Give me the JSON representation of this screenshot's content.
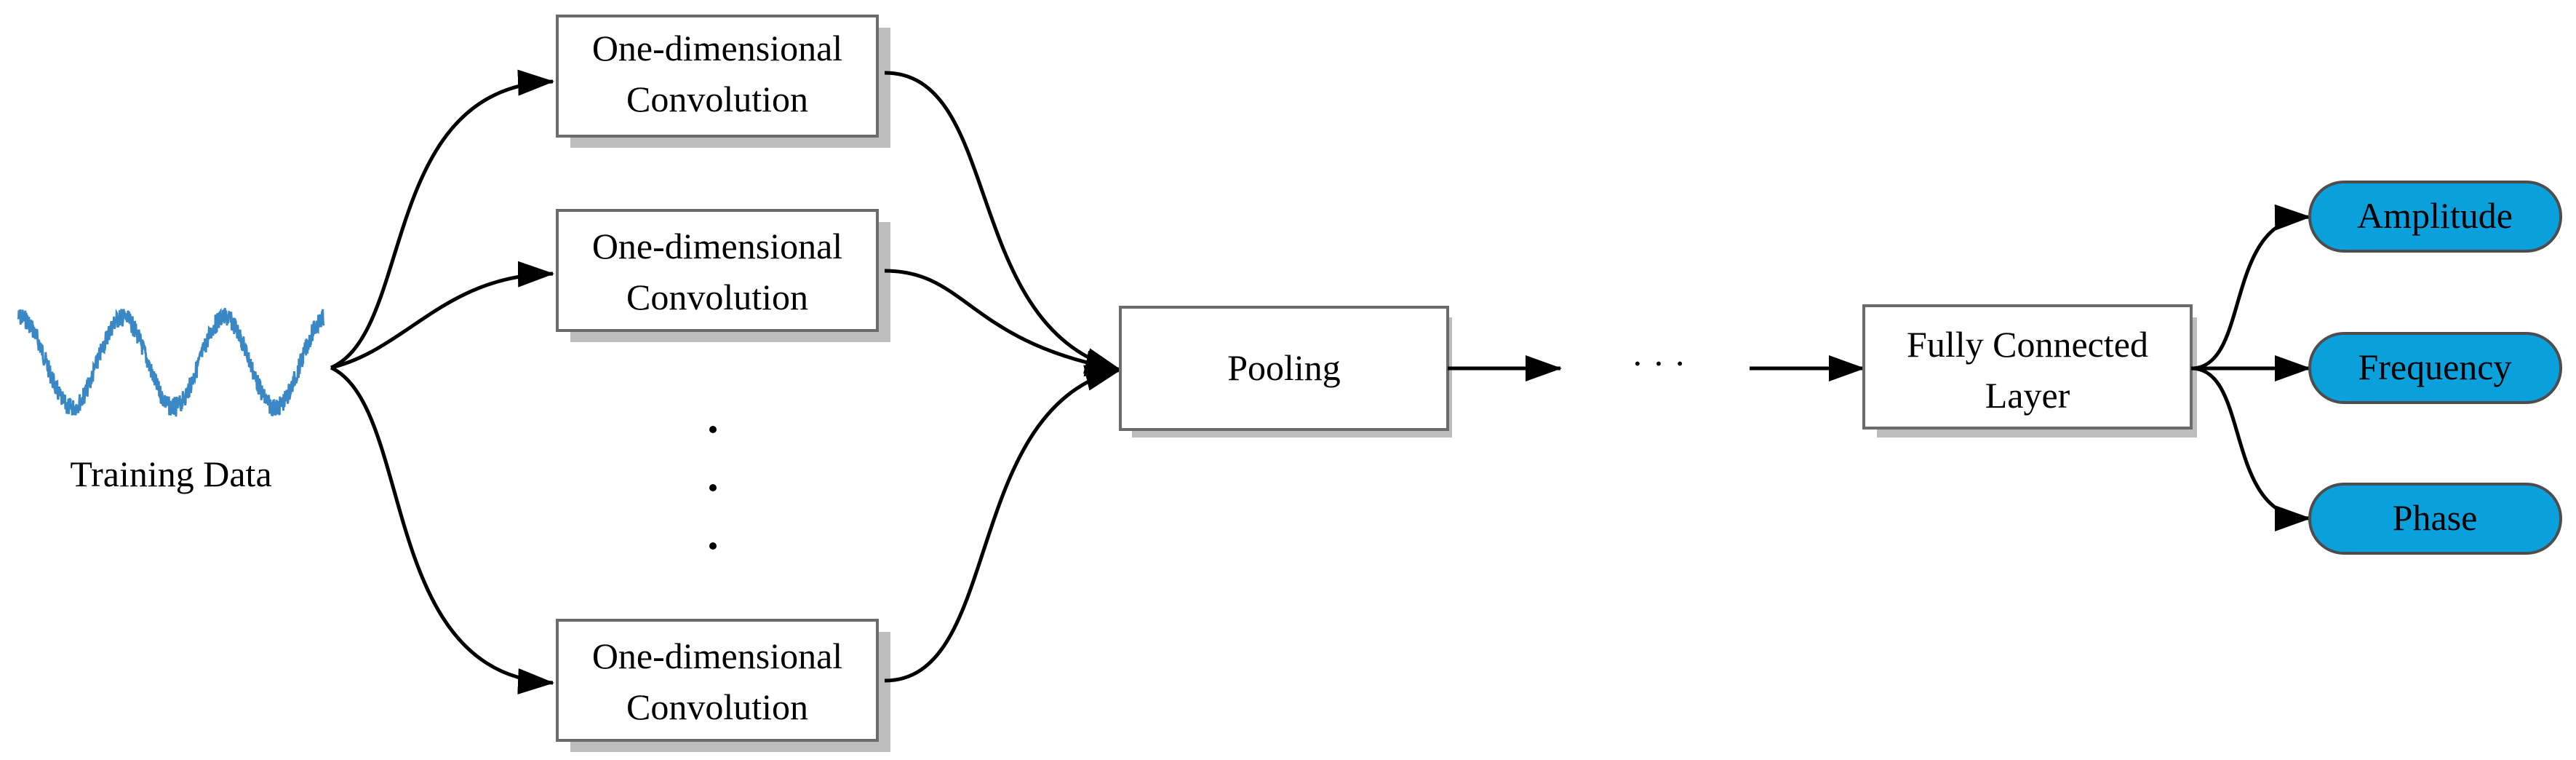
{
  "colors": {
    "signal": "#3a87c5",
    "output_fill": "#0aa0dc",
    "shadow": "#bdbdbd",
    "edge": "#000000"
  },
  "input": {
    "label": "Training Data",
    "icon": "sine-wave-icon"
  },
  "conv_layers": {
    "items": [
      {
        "line1": "One-dimensional",
        "line2": "Convolution"
      },
      {
        "line1": "One-dimensional",
        "line2": "Convolution"
      },
      {
        "line1": "One-dimensional",
        "line2": "Convolution"
      }
    ],
    "ellipsis": "vertical-dots"
  },
  "pooling": {
    "label": "Pooling"
  },
  "middle_ellipsis": "· · ·",
  "fully_connected": {
    "line1": "Fully Connected",
    "line2": "Layer"
  },
  "outputs": [
    {
      "label": "Amplitude"
    },
    {
      "label": "Frequency"
    },
    {
      "label": "Phase"
    }
  ]
}
